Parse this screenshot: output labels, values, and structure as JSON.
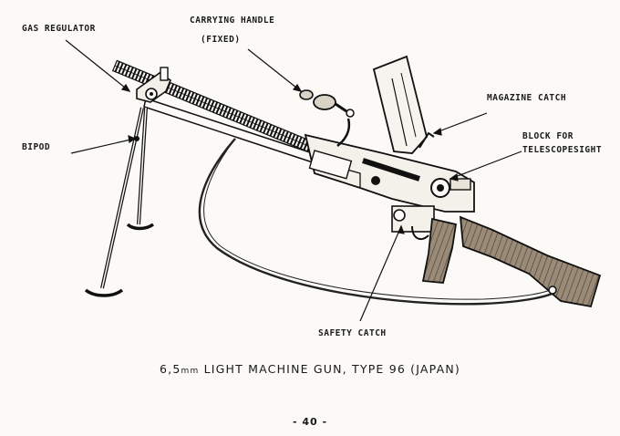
{
  "labels": {
    "gas_regulator": "GAS REGULATOR",
    "carrying_handle_line1": "CARRYING HANDLE",
    "carrying_handle_line2": "(FIXED)",
    "magazine_catch": "MAGAZINE CATCH",
    "block_line1": "BLOCK FOR",
    "block_line2": "TELESCOPESIGHT",
    "bipod": "BIPOD",
    "safety_catch": "SAFETY CATCH"
  },
  "caption": {
    "prefix": "6,5",
    "unit": "mm",
    "text": " LIGHT MACHINE GUN, TYPE 96 (JAPAN)"
  },
  "page_number": "- 40 -",
  "colors": {
    "ink": "#1a1a1a",
    "paper": "#fbfaf6",
    "wood": "#8a7a6a"
  }
}
